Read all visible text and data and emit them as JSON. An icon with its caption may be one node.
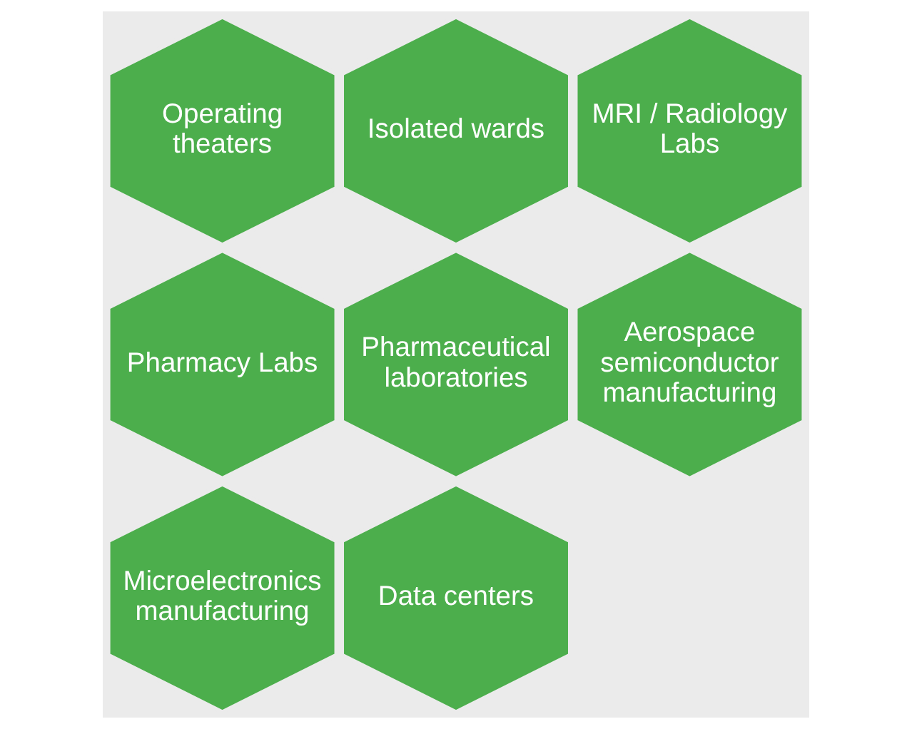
{
  "diagram": {
    "nodes": [
      {
        "text": [
          "Operating theaters"
        ]
      },
      {
        "text": [
          "Isolated wards"
        ]
      },
      {
        "text": [
          "MRI / Radiology Labs"
        ]
      },
      {
        "text": [
          "Pharmacy Labs"
        ]
      },
      {
        "text": [
          "Pharmaceutical laboratories"
        ]
      },
      {
        "text": [
          "Aerospace semiconductor manufacturing"
        ]
      },
      {
        "text": [
          "Microelectronics manufacturing"
        ]
      },
      {
        "text": [
          "Data centers"
        ]
      }
    ]
  }
}
